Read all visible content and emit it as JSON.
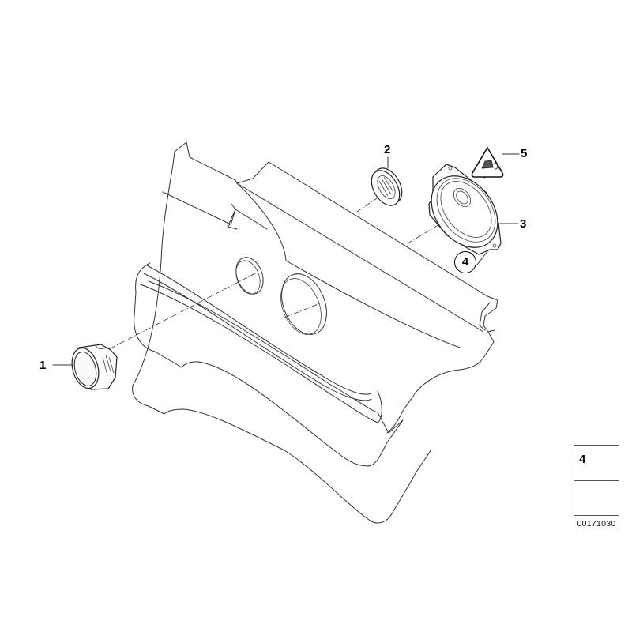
{
  "diagram": {
    "type": "exploded-parts-view",
    "subject": "rear door trim panel with loudspeaker components",
    "callouts": [
      {
        "id": "1",
        "label": "1",
        "part": "trim cover / grommet",
        "style": "plain"
      },
      {
        "id": "2",
        "label": "2",
        "part": "retaining ring",
        "style": "plain"
      },
      {
        "id": "3",
        "label": "3",
        "part": "loudspeaker",
        "style": "plain"
      },
      {
        "id": "4",
        "label": "4",
        "part": "screw",
        "style": "circled"
      },
      {
        "id": "5",
        "label": "5",
        "part": "warning label (triangle)",
        "style": "plain"
      }
    ]
  },
  "legend": {
    "item_number": "4",
    "item_icon": "hex-bolt-icon",
    "arrow_icon": "direction-arrow-icon",
    "drawing_code": "00171030"
  },
  "colors": {
    "line": "#333333",
    "background": "#ffffff",
    "text": "#000000"
  }
}
